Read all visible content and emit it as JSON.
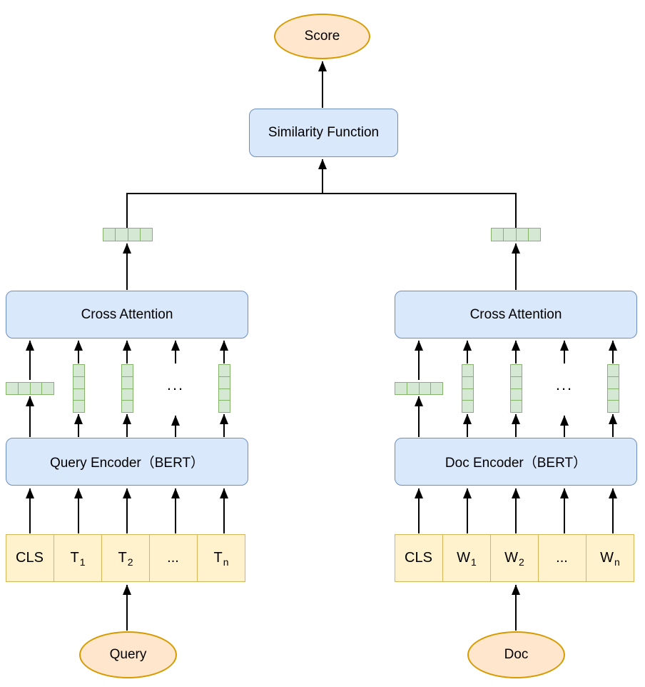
{
  "diagram": {
    "title_node": "Score",
    "similarity": "Similarity Function",
    "left": {
      "cross_attention": "Cross Attention",
      "encoder": "Query Encoder（BERT）",
      "source": "Query",
      "dots": "...",
      "tokens": [
        {
          "base": "CLS",
          "sub": ""
        },
        {
          "base": "T",
          "sub": "1"
        },
        {
          "base": "T",
          "sub": "2"
        },
        {
          "base": "...",
          "sub": ""
        },
        {
          "base": "T",
          "sub": "n"
        }
      ]
    },
    "right": {
      "cross_attention": "Cross Attention",
      "encoder": "Doc Encoder（BERT）",
      "source": "Doc",
      "dots": "...",
      "tokens": [
        {
          "base": "CLS",
          "sub": ""
        },
        {
          "base": "W",
          "sub": "1"
        },
        {
          "base": "W",
          "sub": "2"
        },
        {
          "base": "...",
          "sub": ""
        },
        {
          "base": "W",
          "sub": "n"
        }
      ]
    },
    "colors": {
      "box_fill": "#dae8fc",
      "box_border": "#6c8ebf",
      "vector_fill": "#d5e8d4",
      "vector_border": "#82b366",
      "token_fill": "#fff2cc",
      "token_border": "#d6b656",
      "ellipse_fill": "#ffe6cc",
      "ellipse_border": "#d79b00",
      "arrow": "#000000",
      "background": "#ffffff"
    }
  }
}
